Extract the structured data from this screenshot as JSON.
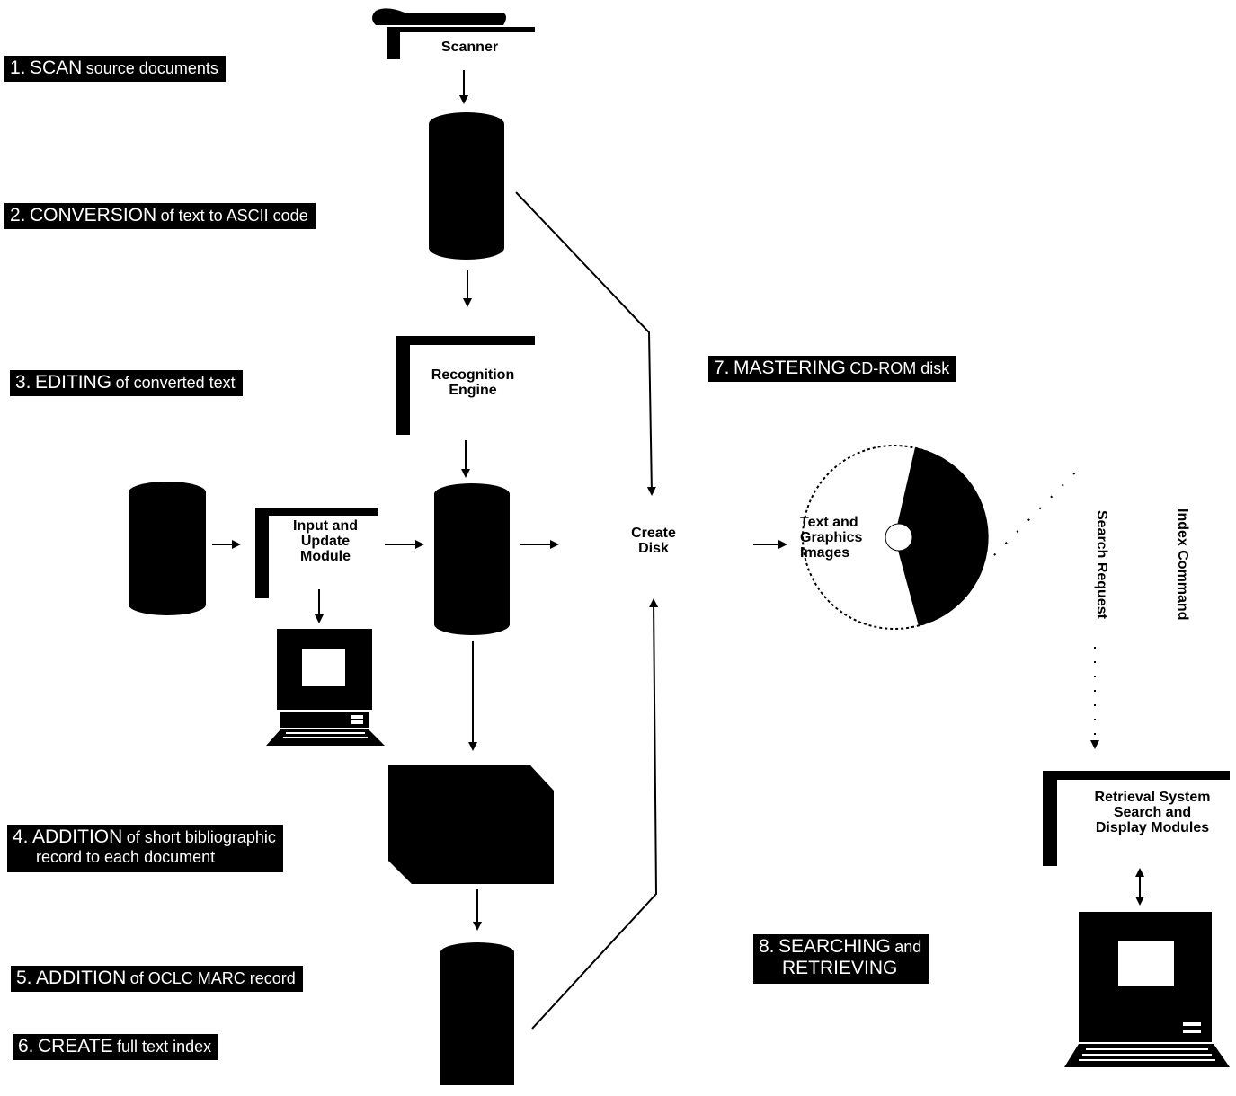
{
  "steps": [
    {
      "num": "1.",
      "key": "SCAN",
      "rest": "source documents"
    },
    {
      "num": "2.",
      "key": "CONVERSION",
      "rest": "of text to ASCII code"
    },
    {
      "num": "3.",
      "key": "EDITING",
      "rest": "of converted text"
    },
    {
      "num": "4.",
      "key": "ADDITION",
      "rest": "of short bibliographic",
      "line2": "record to each document"
    },
    {
      "num": "5.",
      "key": "ADDITION",
      "rest": "of OCLC MARC record"
    },
    {
      "num": "6.",
      "key": "CREATE",
      "rest": "full text index"
    },
    {
      "num": "7.",
      "key": "MASTERING",
      "rest": "CD-ROM disk"
    },
    {
      "num": "8.",
      "key": "SEARCHING",
      "rest": "and",
      "line2": "RETRIEVING"
    }
  ],
  "labels": {
    "scanner": "Scanner",
    "recognition_1": "Recognition",
    "recognition_2": "Engine",
    "input_1": "Input and",
    "input_2": "Update",
    "input_3": "Module",
    "create_1": "Create",
    "create_2": "Disk",
    "disc_1": "Text and",
    "disc_2": "Graphics",
    "disc_3": "Images",
    "search_request": "Search Request",
    "index_command": "Index Command",
    "retrieval_1": "Retrieval System",
    "retrieval_2": "Search and",
    "retrieval_3": "Display Modules"
  }
}
